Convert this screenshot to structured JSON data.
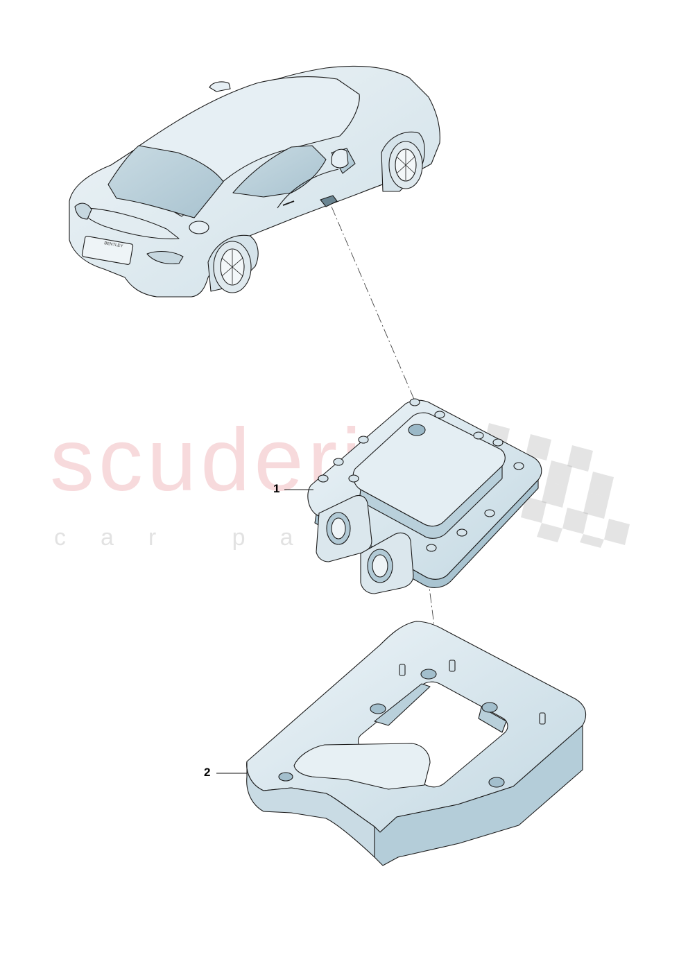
{
  "watermark": {
    "brand": "scuderia",
    "tagline": "car pa"
  },
  "callouts": [
    {
      "number": "1"
    },
    {
      "number": "2"
    }
  ],
  "car_badge": "BENTLEY",
  "colors": {
    "part_fill": "#dde9ef",
    "part_shade": "#b9d0db",
    "part_dark": "#8fb1c2",
    "outline": "#1a1a1a",
    "watermark_red": "#e8969b",
    "watermark_grey": "#bebebe"
  }
}
